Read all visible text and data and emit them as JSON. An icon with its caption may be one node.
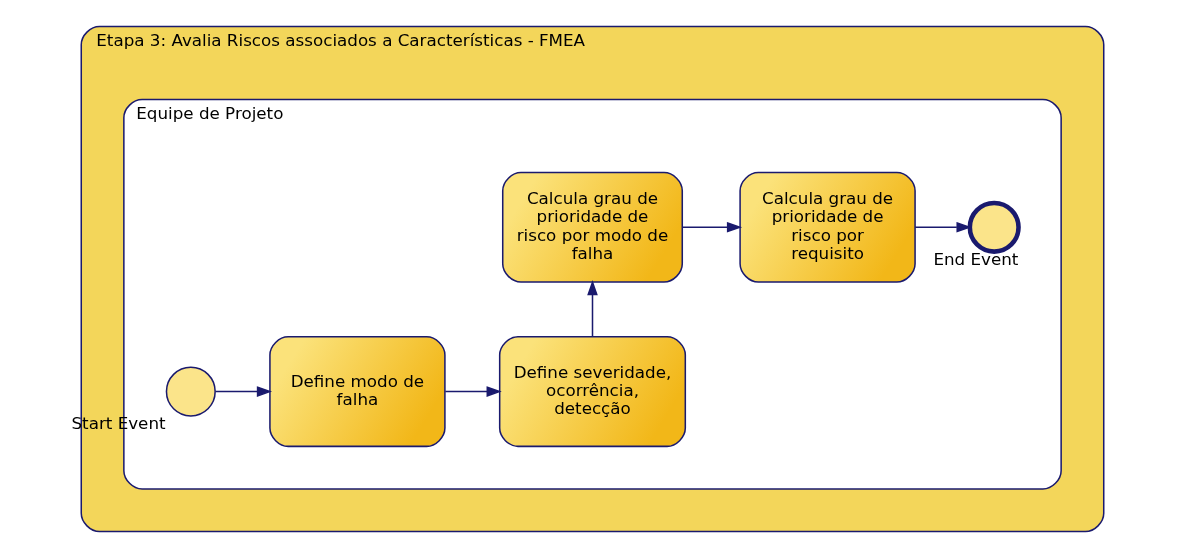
{
  "diagram": {
    "nodes": [
      {
        "text": [
          "Etapa 3: Avalia Riscos associados a Características - FMEA"
        ]
      },
      {
        "text": [
          "Equipe de Projeto"
        ],
        "in": 0
      },
      {
        "text": [],
        "shape": "circle",
        "beside": [
          "Start Event"
        ],
        "in": 1
      },
      {
        "text": [
          "Define modo de falha"
        ],
        "in": 1
      },
      {
        "text": [
          "Define severidade, ocorrência, detecção"
        ],
        "in": 1
      },
      {
        "text": [
          "Calcula grau de prioridade de risco por modo de falha"
        ],
        "in": 1
      },
      {
        "text": [
          "Calcula grau de prioridade de risco por requisito"
        ],
        "in": 1
      },
      {
        "text": [],
        "shape": "circle",
        "beside": [
          "End Event"
        ],
        "in": 1
      }
    ],
    "edges": [
      {
        "from": 2,
        "to": 3,
        "arrow": "to"
      },
      {
        "from": 3,
        "to": 4,
        "arrow": "to"
      },
      {
        "from": 4,
        "to": 5,
        "arrow": "to"
      },
      {
        "from": 5,
        "to": 6,
        "arrow": "to"
      },
      {
        "from": 6,
        "to": 7,
        "arrow": "to"
      }
    ]
  }
}
